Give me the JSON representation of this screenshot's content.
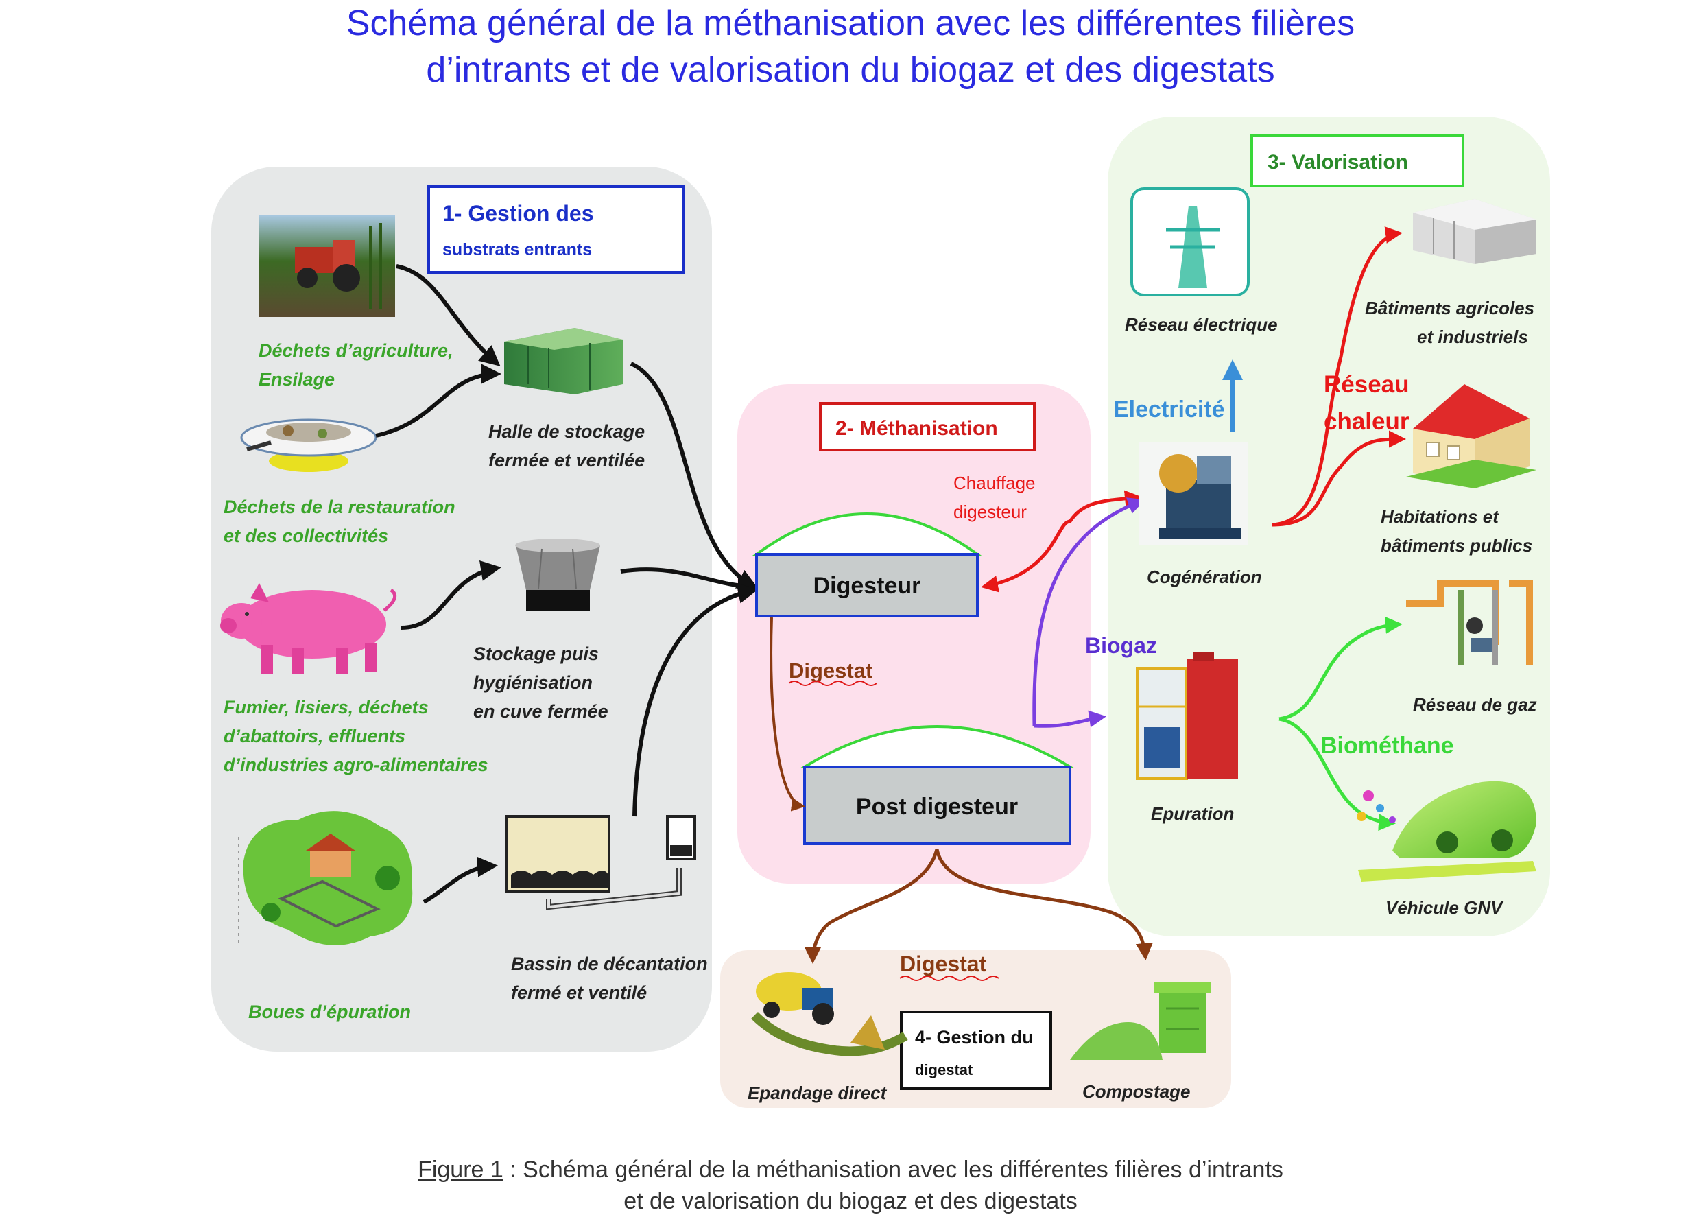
{
  "title": {
    "line1": "Schéma général de la méthanisation avec les différentes filières",
    "line2": "d’intrants et de valorisation du biogaz et des digestats"
  },
  "colors": {
    "title": "#2a2ae0",
    "green_label": "#3aa52a",
    "black_label": "#222222",
    "red_flow": "#e81818",
    "blue_flow": "#3a8fd8",
    "purple_flow": "#7a3fe0",
    "green_flow": "#3de23d",
    "brown_flow": "#8a3a12",
    "panel_gray": "#e6e8e8",
    "panel_pink": "#fde0ec",
    "panel_green": "#eef8e8",
    "panel_beige": "#f7ece6"
  },
  "sections": {
    "s1": {
      "line1": "1- Gestion des",
      "line2": "substrats entrants"
    },
    "s2": {
      "label": "2- Méthanisation"
    },
    "s3": {
      "label": "3- Valorisation"
    },
    "s4": {
      "line1": "4- Gestion du",
      "line2": "digestat"
    }
  },
  "substrates": {
    "agri": {
      "line1": "Déchets d’agriculture,",
      "line2": "Ensilage",
      "icon": "tractor-field-icon"
    },
    "resto": {
      "line1": "Déchets de la restauration",
      "line2": "et des collectivités",
      "icon": "food-plate-icon"
    },
    "fumier": {
      "line1": "Fumier, lisiers, déchets",
      "line2": "d’abattoirs, effluents",
      "line3": "d’industries agro-alimentaires",
      "icon": "pig-icon"
    },
    "boues": {
      "line1": "Boues d’épuration",
      "icon": "sewage-plant-icon"
    }
  },
  "storage": {
    "halle": {
      "line1": "Halle de stockage",
      "line2": "fermée et ventilée",
      "icon": "storage-hall-icon"
    },
    "cuve": {
      "line1": "Stockage puis",
      "line2": "hygiénisation",
      "line3": "en cuve fermée",
      "icon": "closed-tank-icon"
    },
    "bassin": {
      "line1": "Bassin de décantation",
      "line2": "fermé et ventilé",
      "icon": "settling-basin-icon"
    }
  },
  "methanisation": {
    "digesteur": "Digesteur",
    "post_digesteur": "Post digesteur",
    "digestat": "Digestat",
    "chauffage_line1": "Chauffage",
    "chauffage_line2": "digesteur"
  },
  "valorisation": {
    "reseau_elec": {
      "label": "Réseau électrique",
      "icon": "power-pylon-icon"
    },
    "electricite": "Electricité",
    "cogeneration": {
      "label": "Cogénération",
      "icon": "cogeneration-engine-icon"
    },
    "biogaz": "Biogaz",
    "epuration": {
      "label": "Epuration",
      "icon": "purification-unit-icon"
    },
    "reseau_chaleur_line1": "Réseau",
    "reseau_chaleur_line2": "chaleur",
    "batiments": {
      "line1": "Bâtiments agricoles",
      "line2": "et industriels",
      "icon": "warehouse-icon"
    },
    "habitations": {
      "line1": "Habitations et",
      "line2": "bâtiments publics",
      "icon": "house-icon"
    },
    "reseau_gaz": {
      "label": "Réseau de gaz",
      "icon": "gas-pipes-icon"
    },
    "biomethane": "Biométhane",
    "vehicule": {
      "label": "Véhicule GNV",
      "icon": "leaf-car-icon"
    }
  },
  "digestat_mgmt": {
    "digestat": "Digestat",
    "epandage": {
      "label": "Epandage direct",
      "icon": "spreader-tractor-icon"
    },
    "compostage": {
      "label": "Compostage",
      "icon": "compost-bin-icon"
    }
  },
  "caption": {
    "figure": "Figure 1",
    "sep": " : ",
    "line1": "Schéma général de la méthanisation avec les différentes filières d’intrants",
    "line2": "et de valorisation du biogaz et des digestats"
  }
}
